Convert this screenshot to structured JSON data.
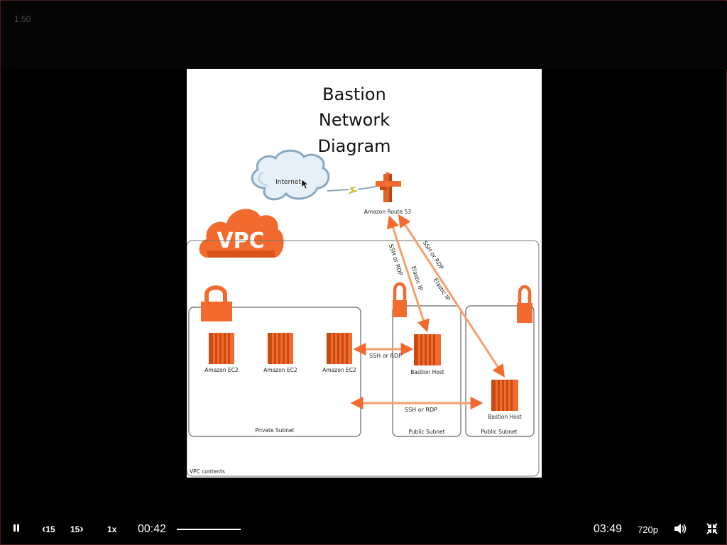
{
  "player": {
    "top_rate": "1.50",
    "skip_back": "15",
    "skip_forward": "15",
    "rate": "1x",
    "current_time": "00:42",
    "duration": "03:49",
    "quality": "720p",
    "progress_fraction": 0.18
  },
  "slide": {
    "title_line1": "Bastion",
    "title_line2": "Network",
    "title_line3": "Diagram",
    "internet": "Internet",
    "route53": "Amazon Route 53",
    "vpc": "VPC",
    "ec2_1": "Amazon EC2",
    "ec2_2": "Amazon EC2",
    "ec2_3": "Amazon EC2",
    "bastion1": "Bastion Host",
    "bastion2": "Bastion Host",
    "private_subnet": "Private Subnet",
    "public_subnet1": "Public Subnet",
    "public_subnet2": "Public Subnet",
    "vpc_contents": "VPC contents",
    "ssh_rdp_h1": "SSH or RDP",
    "ssh_rdp_h2": "SSH or RDP",
    "diag_ssh1": "SSH or RDP",
    "diag_eip1": "Elastic IP",
    "diag_ssh2": "SSH or RDP",
    "diag_eip2": "Elastic IP"
  },
  "colors": {
    "accent": "#f26a2e",
    "dark_orange": "#c94a12",
    "cloud_fill": "#e6f0f8",
    "cloud_stroke": "#8aa8c0"
  }
}
